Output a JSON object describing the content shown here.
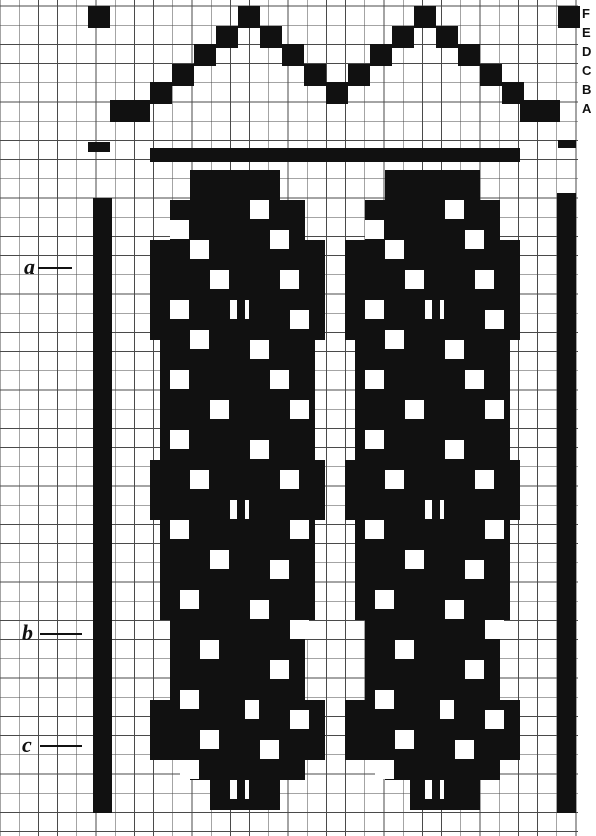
{
  "key_letters": [
    "F",
    "E",
    "D",
    "C",
    "B",
    "A"
  ],
  "row_markers": [
    {
      "label": "a"
    },
    {
      "label": "b"
    },
    {
      "label": "c"
    }
  ],
  "colors": {
    "ink": "#111111",
    "grid": "#4a4a4a",
    "paper": "#ffffff"
  }
}
